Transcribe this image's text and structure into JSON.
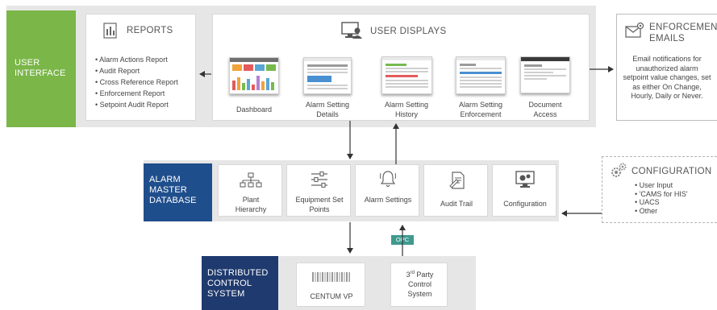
{
  "user_interface": {
    "label": "USER INTERFACE",
    "color": "#7ab648"
  },
  "reports": {
    "title": "REPORTS",
    "icon": "report-chart-icon",
    "items": [
      "Alarm Actions Report",
      "Audit Report",
      "Cross Reference Report",
      "Enforcement Report",
      "Setpoint Audit Report"
    ]
  },
  "user_displays": {
    "title": "USER DISPLAYS",
    "icon": "monitor-user-icon",
    "displays": [
      {
        "label": "Dashboard"
      },
      {
        "label": "Alarm Setting Details"
      },
      {
        "label": "Alarm Setting History"
      },
      {
        "label": "Alarm Setting Enforcement"
      },
      {
        "label": "Document Access"
      }
    ]
  },
  "enforcement": {
    "title": "ENFORCEMENT EMAILS",
    "icon": "envelope-gear-icon",
    "description": "Email notifications for unauthorized alarm setpoint value changes, set as either On Change, Hourly, Daily or Never."
  },
  "alarm_master": {
    "label": "ALARM MASTER DATABASE",
    "color": "#1f4e8c",
    "modules": [
      {
        "label": "Plant Hierarchy",
        "icon": "hierarchy-icon"
      },
      {
        "label": "Equipment Set Points",
        "icon": "sliders-icon"
      },
      {
        "label": "Alarm Settings",
        "icon": "bell-icon"
      },
      {
        "label": "Audit Trail",
        "icon": "document-pen-icon"
      },
      {
        "label": "Configuration",
        "icon": "monitor-gears-icon"
      }
    ]
  },
  "configuration": {
    "title": "CONFIGURATION",
    "icon": "gears-icon",
    "items": [
      "User Input",
      "'CAMS for HIS'",
      "UACS",
      "Other"
    ]
  },
  "opc": {
    "label": "OPC",
    "color": "#3f9a8e"
  },
  "dcs": {
    "label": "DISTRIBUTED CONTROL SYSTEM",
    "color": "#1f3a6e",
    "systems": [
      {
        "label": "CENTUM VP"
      },
      {
        "label_main": "3rd Party Control System"
      }
    ]
  }
}
